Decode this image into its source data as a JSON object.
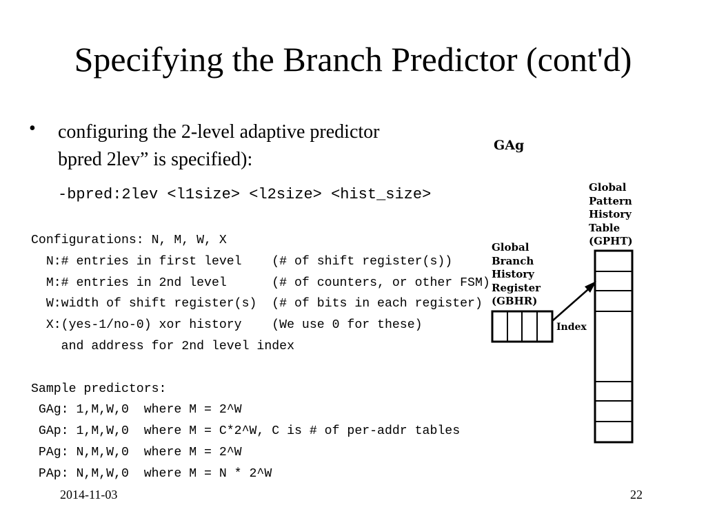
{
  "slide": {
    "title": "Specifying the Branch Predictor (cont'd)",
    "bullet_symbol": "•",
    "bullet_line1": "configuring the 2-level adaptive predictor",
    "bullet_line2": "bpred 2lev” is specified):",
    "command": "-bpred:2lev <l1size> <l2size> <hist_size>",
    "code_lines": [
      "Configurations: N, M, W, X",
      "  N:# entries in first level    (# of shift register(s))",
      "  M:# entries in 2nd level      (# of counters, or other FSM)",
      "  W:width of shift register(s)  (# of bits in each register)",
      "  X:(yes-1/no-0) xor history    (We use 0 for these)",
      "    and address for 2nd level index",
      "",
      "Sample predictors:",
      " GAg: 1,M,W,0  where M = 2^W",
      " GAp: 1,M,W,0  where M = C*2^W, C is # of per-addr tables",
      " PAg: N,M,W,0  where M = 2^W",
      " PAp: N,M,W,0  where M = N * 2^W"
    ],
    "footer_date": "2014-11-03",
    "page_number": "22"
  },
  "diagram": {
    "heading": "GAg",
    "gbhr_label": "Global\nBranch\nHistory\nRegister\n(GBHR)",
    "gpht_label": "Global\nPattern\nHistory\nTable\n(GPHT)",
    "index_label": "Index"
  }
}
